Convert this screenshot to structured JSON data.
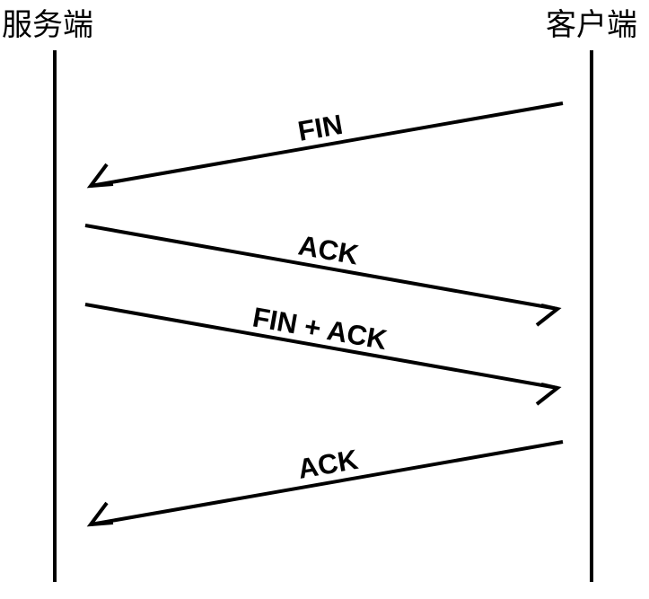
{
  "diagram": {
    "type": "sequence",
    "participants": {
      "server": "服务端",
      "client": "客户端"
    },
    "messages": [
      {
        "label": "FIN",
        "from": "client",
        "to": "server"
      },
      {
        "label": "ACK",
        "from": "server",
        "to": "client"
      },
      {
        "label": "FIN + ACK",
        "from": "server",
        "to": "client"
      },
      {
        "label": "ACK",
        "from": "client",
        "to": "server"
      }
    ],
    "colors": {
      "line": "#000000",
      "text": "#000000",
      "background": "#ffffff"
    }
  }
}
